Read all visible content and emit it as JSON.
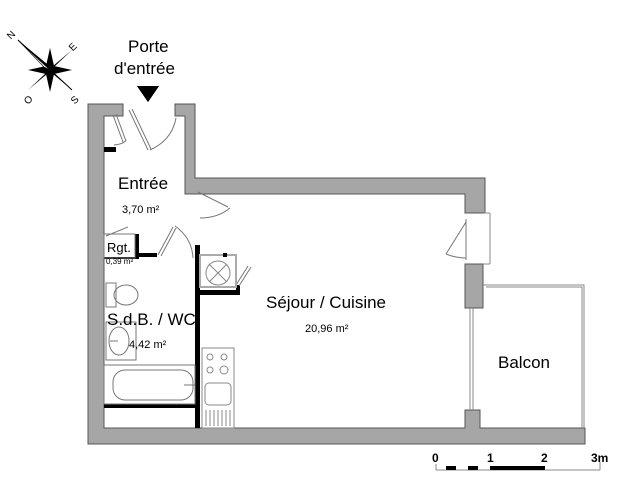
{
  "entrance": {
    "label_line1": "Porte",
    "label_line2": "d'entrée"
  },
  "compass": {
    "north": "N",
    "east": "E",
    "south": "S",
    "west": "O"
  },
  "rooms": [
    {
      "name": "Entrée",
      "area": "3,70 m²"
    },
    {
      "name": "Rgt.",
      "area": "0,39 m²"
    },
    {
      "name": "S.d.B. / WC",
      "area": "4,42 m²"
    },
    {
      "name": "Séjour / Cuisine",
      "area": "20,96 m²"
    },
    {
      "name": "Balcon",
      "area": ""
    }
  ],
  "scale": {
    "ticks": [
      "0",
      "1",
      "2",
      "3m"
    ]
  },
  "colors": {
    "wall": "#a6a6a6",
    "wall_stroke": "#555555",
    "partition": "#000000"
  }
}
